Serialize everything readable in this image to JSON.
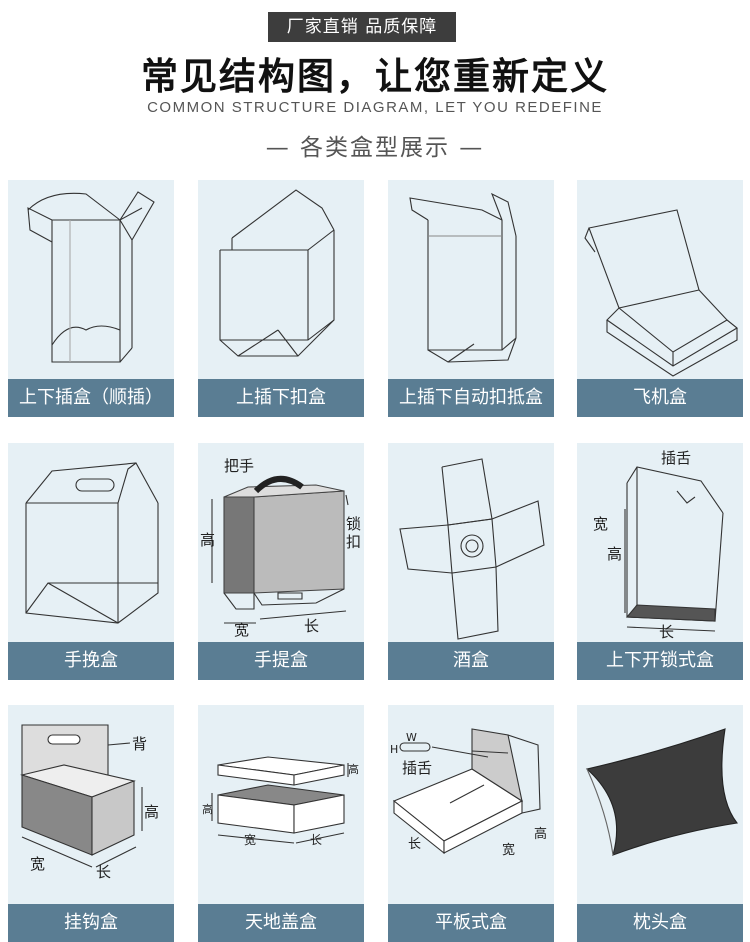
{
  "header": {
    "badge": "厂家直销 品质保障",
    "title": "常见结构图，让您重新定义",
    "subtitle_en": "COMMON STRUCTURE DIAGRAM, LET YOU REDEFINE",
    "section": "— 各类盒型展示 —"
  },
  "boxes": [
    {
      "label": "上下插盒（顺插）",
      "icon": "tuck-end-box-icon"
    },
    {
      "label": "上插下扣盒",
      "icon": "snap-lock-bottom-box-icon"
    },
    {
      "label": "上插下自动扣抵盒",
      "icon": "auto-lock-bottom-box-icon"
    },
    {
      "label": "飞机盒",
      "icon": "mailer-box-icon"
    },
    {
      "label": "手挽盒",
      "icon": "handle-gable-box-icon"
    },
    {
      "label": "手提盒",
      "icon": "carry-box-icon",
      "annotations": {
        "handle": "把手",
        "height": "高",
        "lock": "锁",
        "lock2": "扣",
        "width": "宽",
        "length": "长"
      }
    },
    {
      "label": "酒盒",
      "icon": "wine-box-dieline-icon"
    },
    {
      "label": "上下开锁式盒",
      "icon": "lock-end-box-icon",
      "annotations": {
        "tongue": "插舌",
        "width": "宽",
        "height": "高",
        "length": "长"
      }
    },
    {
      "label": "挂钩盒",
      "icon": "hang-tab-box-icon",
      "annotations": {
        "back": "背",
        "height": "高",
        "width": "宽",
        "length": "长"
      }
    },
    {
      "label": "天地盖盒",
      "icon": "lid-base-box-icon",
      "annotations": {
        "height_top": "高",
        "height_side": "高",
        "width": "宽",
        "length": "长"
      }
    },
    {
      "label": "平板式盒",
      "icon": "flat-tray-box-icon",
      "annotations": {
        "w": "W",
        "h": "H",
        "tongue": "插舌",
        "height": "高",
        "length": "长",
        "width": "宽"
      }
    },
    {
      "label": "枕头盒",
      "icon": "pillow-box-icon"
    }
  ],
  "colors": {
    "card_bg": "#e6f0f5",
    "label_bg": "#5a7d93",
    "badge_bg": "#3d3d3d"
  }
}
